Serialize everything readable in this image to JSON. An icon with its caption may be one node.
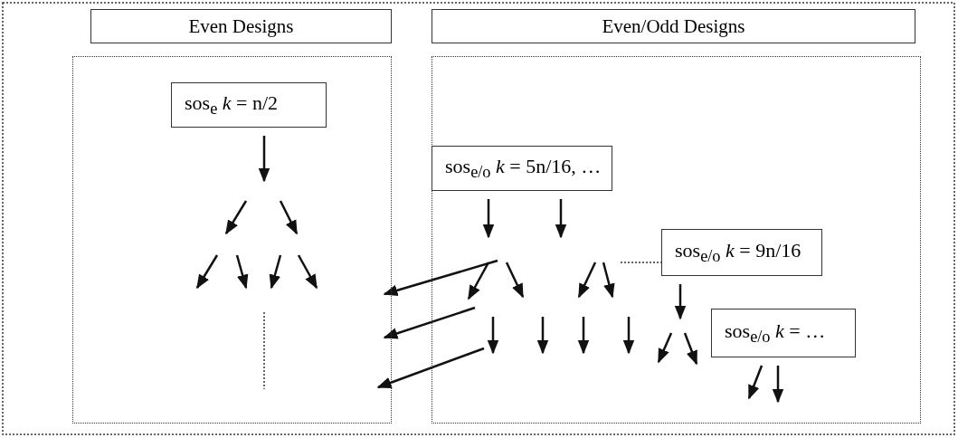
{
  "diagram": {
    "nodes": [
      {
        "text": [
          "Even Designs"
        ]
      },
      {
        "text": [
          "Even/Odd Designs"
        ]
      },
      {
        "text": [],
        "shape": "box"
      },
      {
        "text": [],
        "shape": "box"
      },
      {
        "text": [
          "sos$_{e}$ *k* = n/2"
        ],
        "in": 2
      },
      {
        "text": [
          "sos$_{e/o}$ *k* = 5n/16, …"
        ],
        "in": 3
      },
      {
        "text": [
          "sos$_{e/o}$ *k* = 9n/16"
        ],
        "in": 3
      },
      {
        "text": [
          "sos$_{e/o}$ *k* = …"
        ],
        "in": 3
      }
    ],
    "edges": [
      {
        "from": 4,
        "to": null,
        "arrow": "to"
      },
      {
        "from": 5,
        "to": null,
        "arrow": "to"
      },
      {
        "from": 5,
        "to": null,
        "arrow": "to"
      },
      {
        "from": 6,
        "to": null,
        "arrow": "to"
      },
      {
        "from": 7,
        "to": null,
        "arrow": "to"
      },
      {
        "from": 7,
        "to": null,
        "arrow": "to"
      },
      {
        "from": null,
        "to": 2,
        "arrow": "to"
      },
      {
        "from": null,
        "to": 2,
        "arrow": "to"
      },
      {
        "from": null,
        "to": 2,
        "arrow": "to"
      }
    ]
  }
}
